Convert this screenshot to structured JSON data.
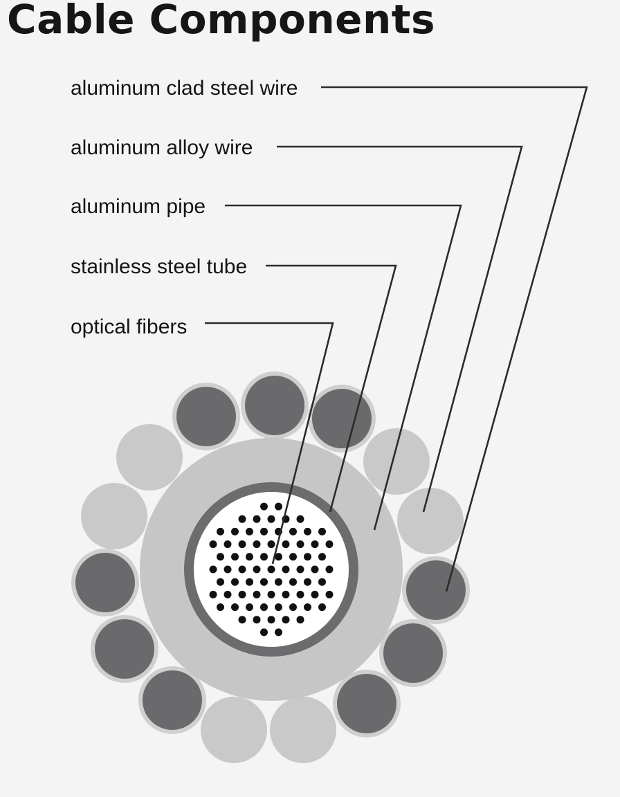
{
  "title": "Cable Components",
  "labels": [
    "aluminum clad steel wire",
    "aluminum alloy wire",
    "aluminum pipe",
    "stainless steel tube",
    "optical fibers"
  ],
  "colors": {
    "background": "#f4f4f4",
    "text": "#141414",
    "leader_line": "#2b2b2b",
    "aluminum_alloy_wire": "#c9c9c9",
    "aluminum_clad_steel_core": "#6a6a6d",
    "aluminum_clad_steel_ring": "#cfcfcf",
    "aluminum_pipe": "#c6c6c6",
    "stainless_steel_tube": "#6c6c6f",
    "tube_interior": "#ffffff",
    "optical_fiber": "#111111"
  }
}
